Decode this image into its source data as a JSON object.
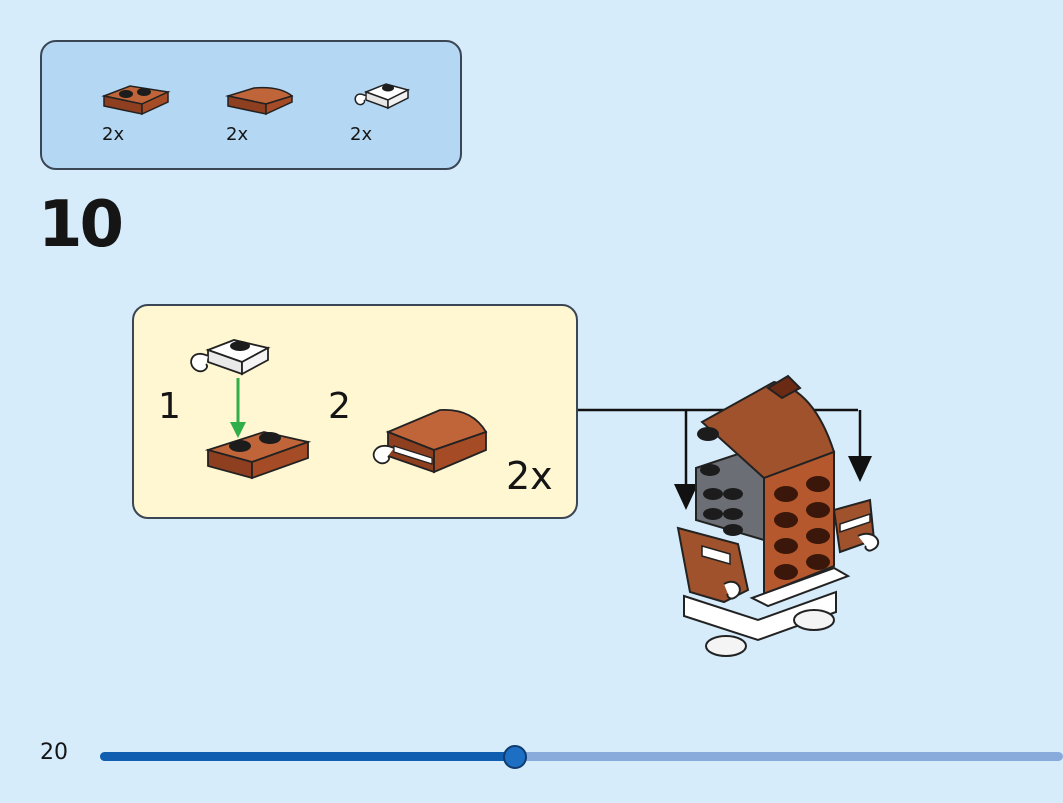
{
  "parts_list": [
    {
      "icon": "brown-plate-1x2-icon",
      "quantity": "2x"
    },
    {
      "icon": "brown-curved-slope-icon",
      "quantity": "2x"
    },
    {
      "icon": "white-clip-plate-icon",
      "quantity": "2x"
    }
  ],
  "step": {
    "number": "10"
  },
  "sub_assembly": {
    "sub_steps": [
      {
        "label": "1"
      },
      {
        "label": "2"
      }
    ],
    "multiplier": "2x"
  },
  "footer": {
    "page_number": "20"
  },
  "progress": {
    "fraction": 0.43
  },
  "colors": {
    "background": "#d6ecfb",
    "parts_box": "#b4d7f3",
    "sub_box": "#fff6d2",
    "brick_brown": "#a0522d",
    "arrow_green": "#2fae4a",
    "progress_fill": "#0f5eb0",
    "progress_track": "#89abdc"
  }
}
